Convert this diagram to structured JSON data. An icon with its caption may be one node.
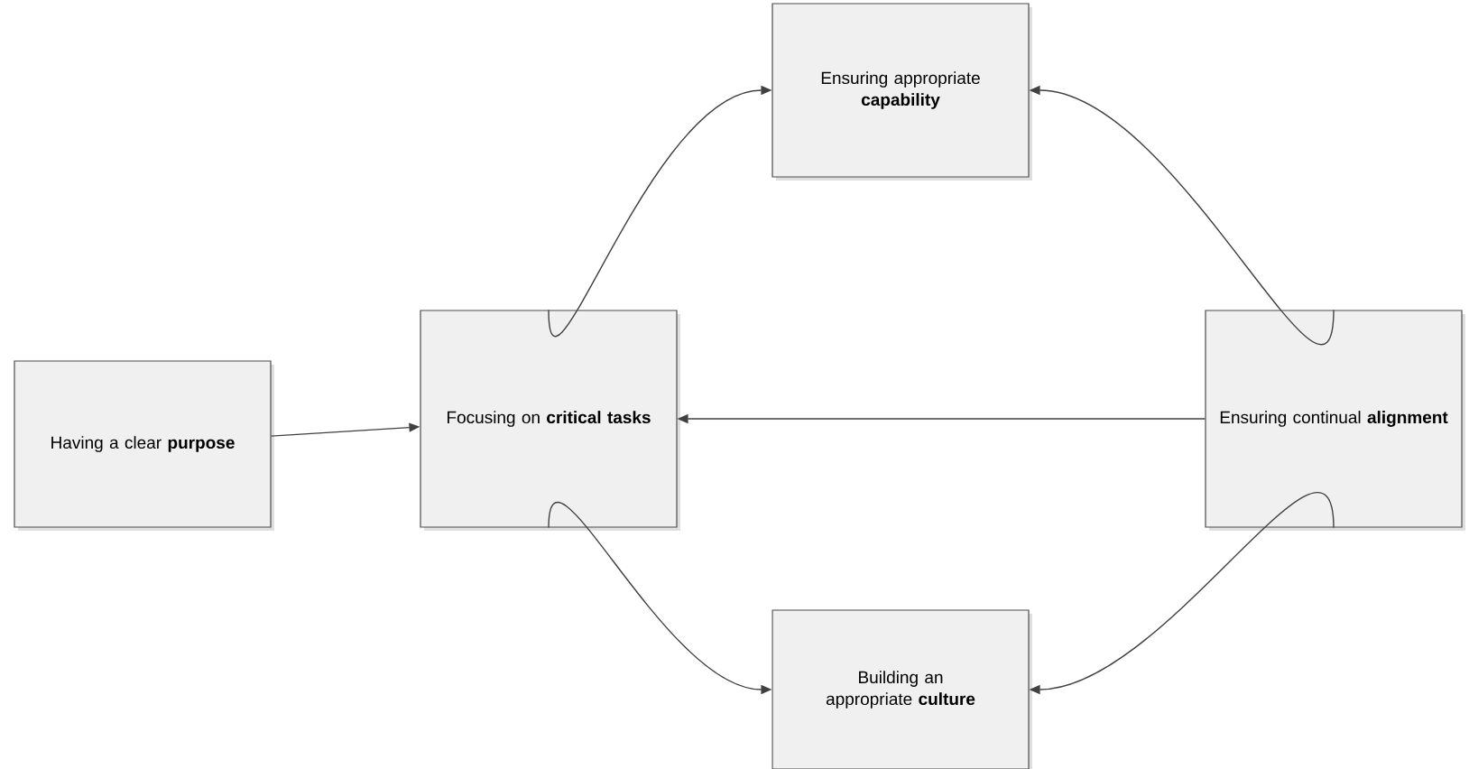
{
  "diagram": {
    "nodes": [
      {
        "text": [
          "Having a clear **purpose**"
        ]
      },
      {
        "text": [
          "Focusing on **critical tasks**"
        ]
      },
      {
        "text": [
          "Ensuring appropriate **capability**"
        ]
      },
      {
        "text": [
          "Ensuring continual **alignment**"
        ]
      },
      {
        "text": [
          "Building an appropriate **culture**"
        ]
      }
    ],
    "edges": [
      {
        "from": 0,
        "to": 1,
        "arrow": "to"
      },
      {
        "from": 1,
        "to": 2,
        "arrow": "to"
      },
      {
        "from": 3,
        "to": 2,
        "arrow": "to"
      },
      {
        "from": 3,
        "to": 1,
        "arrow": "to"
      },
      {
        "from": 1,
        "to": 4,
        "arrow": "to"
      },
      {
        "from": 3,
        "to": 4,
        "arrow": "to"
      }
    ]
  }
}
